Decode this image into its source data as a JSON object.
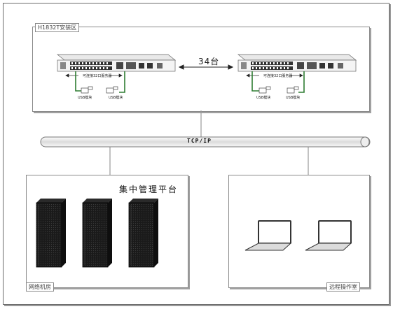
{
  "zones": {
    "security_zone_label": "H1832T安装区",
    "network_room_label": "网络机房",
    "remote_room_label": "远程操作室"
  },
  "switch_count": "34台",
  "switch_caption": "可连接32口服务器",
  "usb_module_label": "USB模块",
  "network_label": "TCP/IP",
  "platform_title": "集中管理平台",
  "colors": {
    "cable": "#2e7d32",
    "rack": "#1c1c1c",
    "frame": "#6c6c6c"
  },
  "icons": [
    "kvm-switch-icon",
    "usb-module-icon",
    "server-rack-icon",
    "laptop-icon",
    "double-arrow-icon"
  ]
}
